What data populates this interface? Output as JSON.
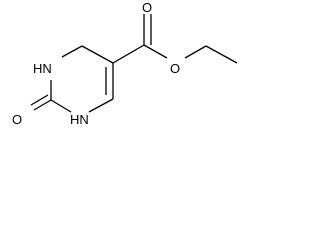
{
  "molecule": {
    "labels": {
      "nh_top": "HN",
      "nh_bottom": "HN",
      "o_carbonyl_ring": "O",
      "o_carbonyl_ester": "O",
      "o_ester": "O"
    },
    "colors": {
      "bond": "#000000",
      "text": "#000000",
      "background": "#ffffff"
    }
  }
}
